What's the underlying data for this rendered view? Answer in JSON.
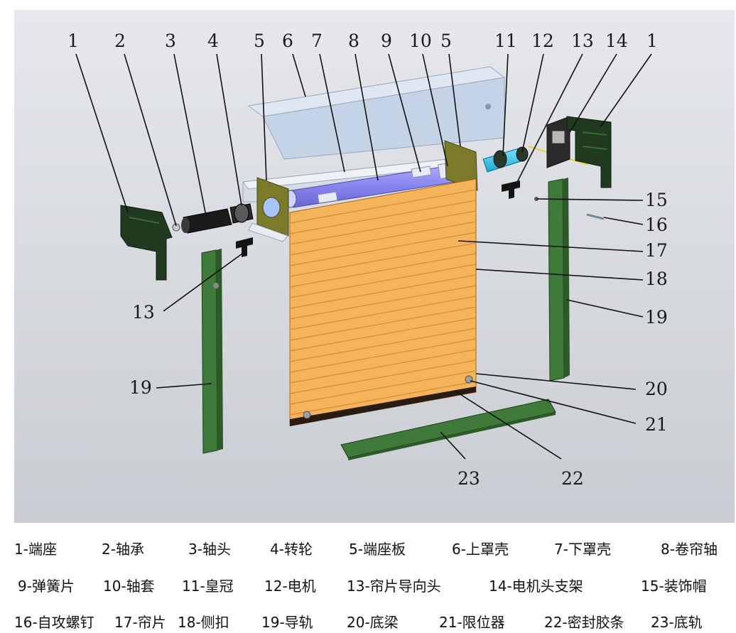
{
  "callouts": {
    "top": [
      "1",
      "2",
      "3",
      "4",
      "5",
      "6",
      "7",
      "8",
      "9",
      "10",
      "5",
      "11",
      "12",
      "13",
      "14",
      "1"
    ],
    "right": [
      "15",
      "16",
      "17",
      "18",
      "19",
      "20",
      "21"
    ],
    "left": [
      "13",
      "19"
    ],
    "bottom": [
      "23",
      "22"
    ]
  },
  "legend": [
    {
      "id": "1",
      "label": "1-端座"
    },
    {
      "id": "2",
      "label": "2-轴承"
    },
    {
      "id": "3",
      "label": "3-轴头"
    },
    {
      "id": "4",
      "label": "4-转轮"
    },
    {
      "id": "5",
      "label": "5-端座板"
    },
    {
      "id": "6",
      "label": "6-上罩壳"
    },
    {
      "id": "7",
      "label": "7-下罩壳"
    },
    {
      "id": "8",
      "label": "8-卷帘轴"
    },
    {
      "id": "9",
      "label": "9-弹簧片"
    },
    {
      "id": "10",
      "label": "10-轴套"
    },
    {
      "id": "11",
      "label": "11-皇冠"
    },
    {
      "id": "12",
      "label": "12-电机"
    },
    {
      "id": "13",
      "label": "13-帘片导向头"
    },
    {
      "id": "14",
      "label": "14-电机头支架"
    },
    {
      "id": "15",
      "label": "15-装饰帽"
    },
    {
      "id": "16",
      "label": "16-自攻螺钉"
    },
    {
      "id": "17",
      "label": "17-帘片"
    },
    {
      "id": "18",
      "label": "18-侧扣"
    },
    {
      "id": "19",
      "label": "19-导轨"
    },
    {
      "id": "20",
      "label": "20-底梁"
    },
    {
      "id": "21",
      "label": "21-限位器"
    },
    {
      "id": "22",
      "label": "22-密封胶条"
    },
    {
      "id": "23",
      "label": "23-底轨"
    }
  ],
  "colors": {
    "background_top": "#e6e8ec",
    "background_bottom": "#c9ccd2",
    "slat": "#f6b45a",
    "slat_line": "#d9903a",
    "rail": "#3f7a3a",
    "end_plate": "#7a7a2a",
    "axle": "#8a86f0",
    "motor": "#35c2e8",
    "housing": "#c4d4e6",
    "dark_part": "#1f3a1f"
  }
}
